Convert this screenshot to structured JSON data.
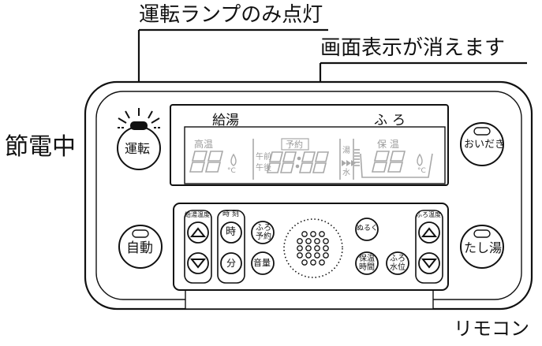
{
  "annotations": {
    "lamp_only": "運転ランプのみ点灯",
    "display_off": "画面表示が消えます",
    "saving_mode": "節電中",
    "caption": "リモコン"
  },
  "display": {
    "label_kyuto": "給湯",
    "label_furo": "ふろ",
    "label_koon": "高温",
    "unit_c1": "°C",
    "label_yoyaku": "予約",
    "label_gozen": "午前",
    "label_gogo": "午後",
    "label_yu": "湯",
    "label_mizu": "水",
    "label_hoon": "保 温",
    "unit_c2": "°C"
  },
  "buttons": {
    "unten": "運転",
    "oidaki": "おいだき",
    "jido": "自動",
    "tashiyu": "たし湯",
    "ji": "時",
    "fun": "分",
    "furo_yoyaku": "ふろ予約",
    "onryo": "音量",
    "nuruku": "ぬるく",
    "hoon_jikan": "保温時間",
    "furo_suii": "ふろ水位"
  },
  "panel_labels": {
    "kyuto_ondo": "給湯温度",
    "jikoku": "時 刻",
    "furo_ondo": "ふろ温度"
  }
}
